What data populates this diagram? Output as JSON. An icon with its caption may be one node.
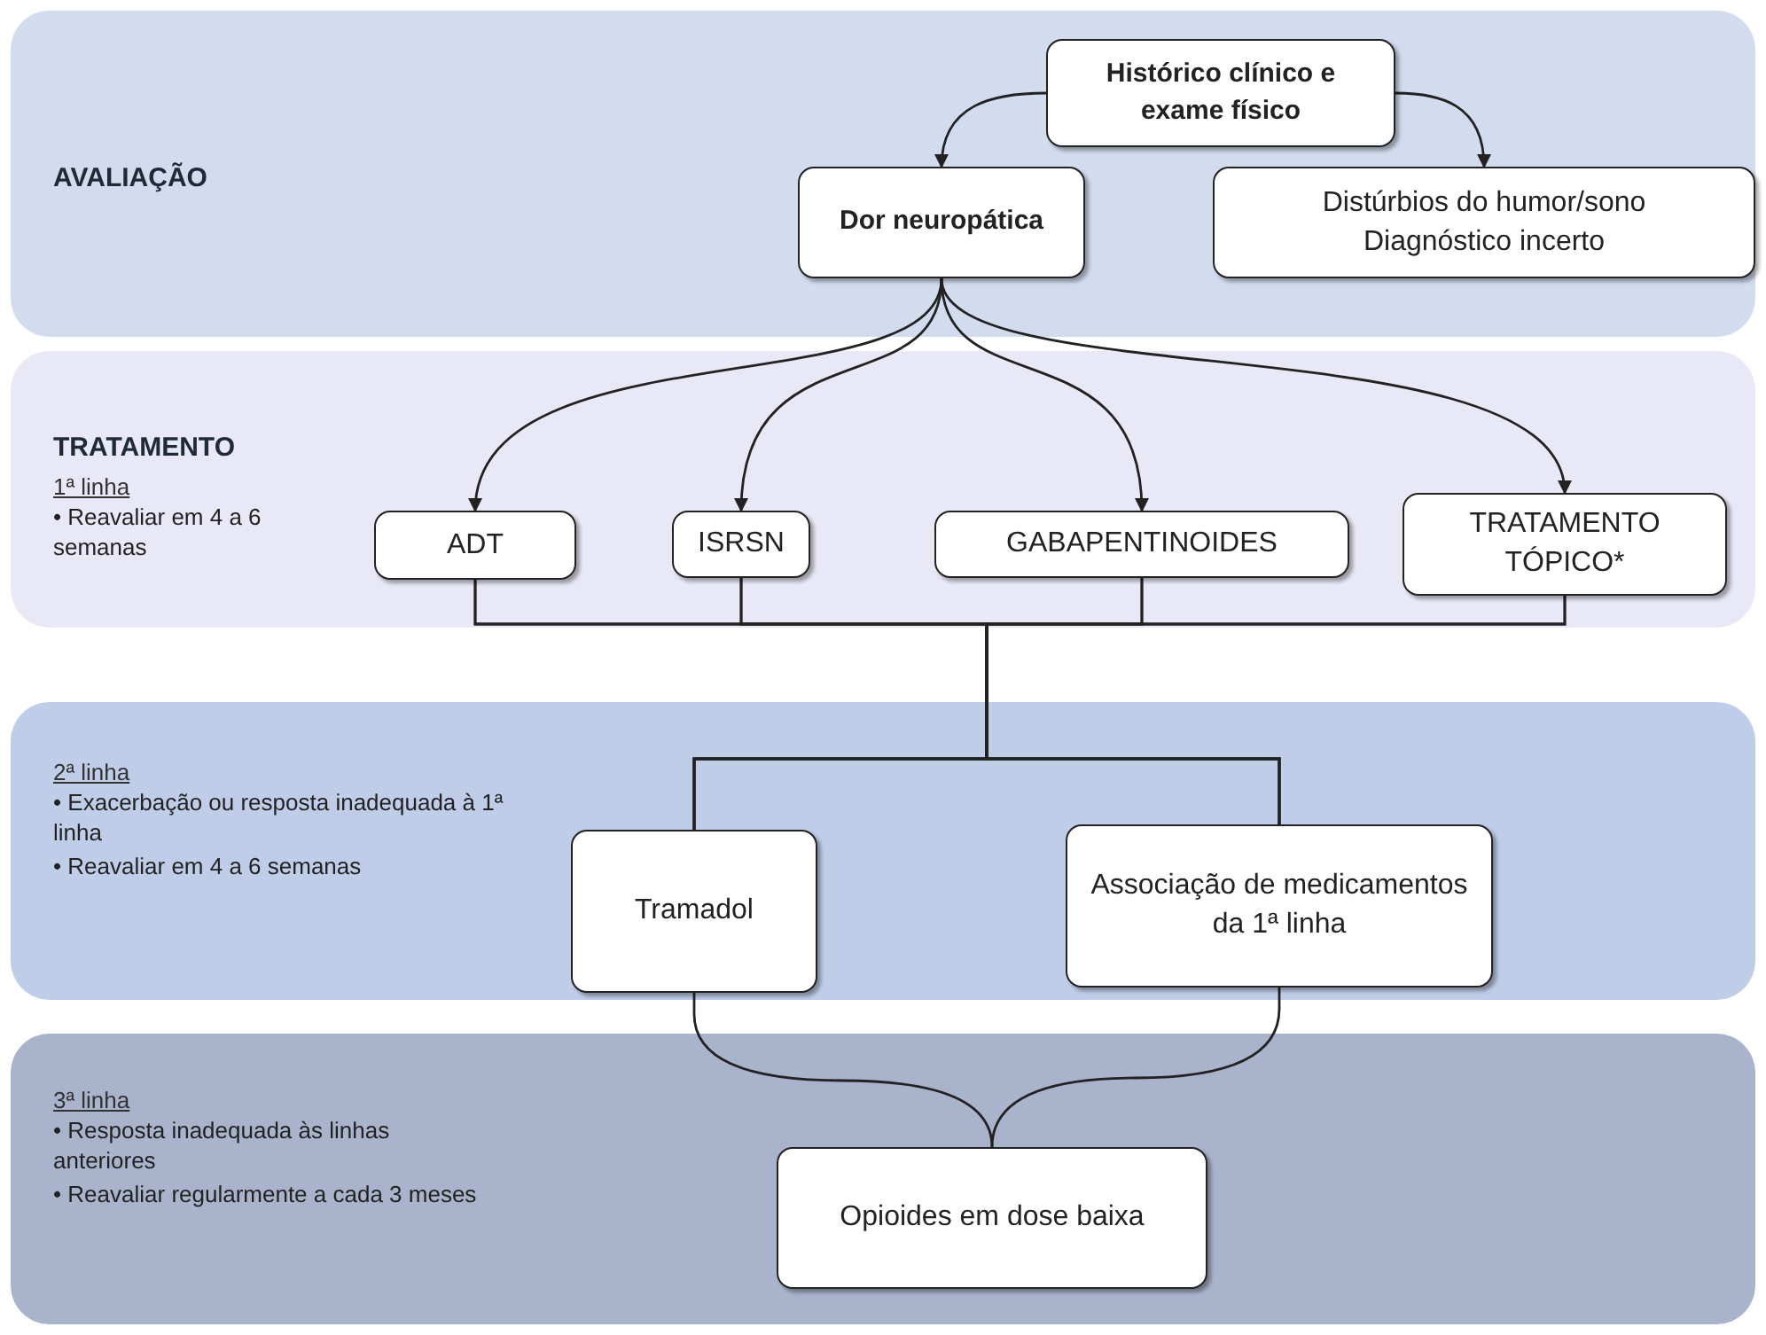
{
  "diagram": {
    "nodes": [
      {
        "text": [
          "AVALIAÇÃO"
        ]
      },
      {
        "text": [
          "Histórico clínico e exame físico"
        ],
        "in": 0
      },
      {
        "text": [
          "Dor neuropática"
        ],
        "in": 0
      },
      {
        "text": [
          "Distúrbios do humor/sono",
          "Diagnóstico incerto"
        ],
        "in": 0
      },
      {
        "text": [
          "TRATAMENTO",
          "1ª linha",
          "• Reavaliar em 4 a 6 semanas"
        ]
      },
      {
        "text": [
          "ADT"
        ],
        "in": 4
      },
      {
        "text": [
          "ISRSN"
        ],
        "in": 4
      },
      {
        "text": [
          "GABAPENTINOIDES"
        ],
        "in": 4
      },
      {
        "text": [
          "TRATAMENTO TÓPICO*"
        ],
        "in": 4
      },
      {
        "text": [
          "2ª linha",
          "• Exacerbação ou resposta inadequada à 1ª linha",
          "• Reavaliar em 4 a 6 semanas"
        ]
      },
      {
        "text": [
          "Tramadol"
        ],
        "in": 9
      },
      {
        "text": [
          "Associação de medicamentos da 1ª linha"
        ],
        "in": 9
      },
      {
        "text": [
          "3ª linha",
          "• Resposta inadequada às linhas anteriores",
          "• Reavaliar regularmente a cada 3 meses"
        ]
      },
      {
        "text": [
          "Opioides em dose baixa"
        ],
        "in": 12
      }
    ],
    "edges": [
      {
        "from": 1,
        "to": 2,
        "arrow": "to"
      },
      {
        "from": 1,
        "to": 3,
        "arrow": "to"
      },
      {
        "from": 2,
        "to": 5,
        "arrow": "to"
      },
      {
        "from": 2,
        "to": 6,
        "arrow": "to"
      },
      {
        "from": 2,
        "to": 7,
        "arrow": "to"
      },
      {
        "from": 2,
        "to": 8,
        "arrow": "to"
      },
      {
        "from": 5,
        "to": 10,
        "arrow": "none"
      },
      {
        "from": 6,
        "to": 10,
        "arrow": "none"
      },
      {
        "from": 7,
        "to": 10,
        "arrow": "none"
      },
      {
        "from": 8,
        "to": 10,
        "arrow": "none"
      },
      {
        "from": 5,
        "to": 11,
        "arrow": "none"
      },
      {
        "from": 6,
        "to": 11,
        "arrow": "none"
      },
      {
        "from": 7,
        "to": 11,
        "arrow": "none"
      },
      {
        "from": 8,
        "to": 11,
        "arrow": "none"
      },
      {
        "from": 10,
        "to": 13,
        "arrow": "none"
      },
      {
        "from": 11,
        "to": 13,
        "arrow": "none"
      }
    ]
  }
}
